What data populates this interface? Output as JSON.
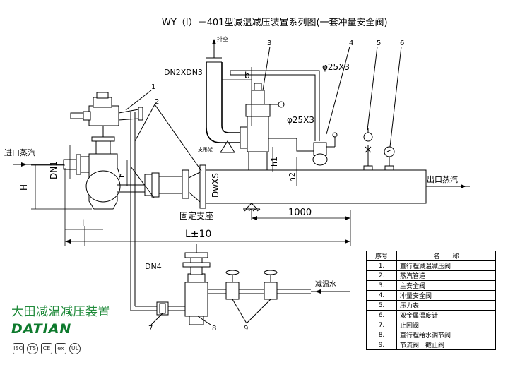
{
  "title": "WY（Ⅰ）－401型减温减压装置系列图(一套冲量安全阀)",
  "labels": {
    "inlet": "进口蒸汽",
    "outlet": "出口蒸汽",
    "vent": "排空",
    "support_frame": "支吊架",
    "fixed_support": "固定支座",
    "cooling_water": "减温水",
    "dn_pipe": "DN2XDN3",
    "dn4": "DN4",
    "dn1": "DN1",
    "dwxs": "DwXS",
    "phi_large": "φ25X3",
    "phi_small": "φ25X3",
    "dim_b": "b",
    "dim_h": "h",
    "dim_h1": "h1",
    "dim_h2": "h2",
    "dim_H": "H",
    "dim_l": "l",
    "dim_1000": "1000",
    "dim_L": "L±10"
  },
  "callouts": [
    "1",
    "2",
    "3",
    "4",
    "5",
    "6",
    "7",
    "8",
    "9"
  ],
  "legend": {
    "header_no": "序号",
    "header_name": "名　　称",
    "rows": [
      {
        "no": "1.",
        "name": "直行程减温减压阀"
      },
      {
        "no": "2.",
        "name": "蒸汽管道"
      },
      {
        "no": "3.",
        "name": "主安全阀"
      },
      {
        "no": "4.",
        "name": "冲量安全阀"
      },
      {
        "no": "5.",
        "name": "压力表"
      },
      {
        "no": "6.",
        "name": "双金属温度计"
      },
      {
        "no": "7.",
        "name": "止回阀"
      },
      {
        "no": "8.",
        "name": "直行程给水调节阀"
      },
      {
        "no": "9.",
        "name": "节流阀　截止阀"
      }
    ]
  },
  "brand": {
    "name": "大田减温减压装置",
    "logo": "DATIAN",
    "certs": [
      "ISO",
      "TS",
      "CE",
      "ex",
      "UL"
    ]
  },
  "colors": {
    "brand": "#1f8a3a",
    "line": "#000000"
  }
}
